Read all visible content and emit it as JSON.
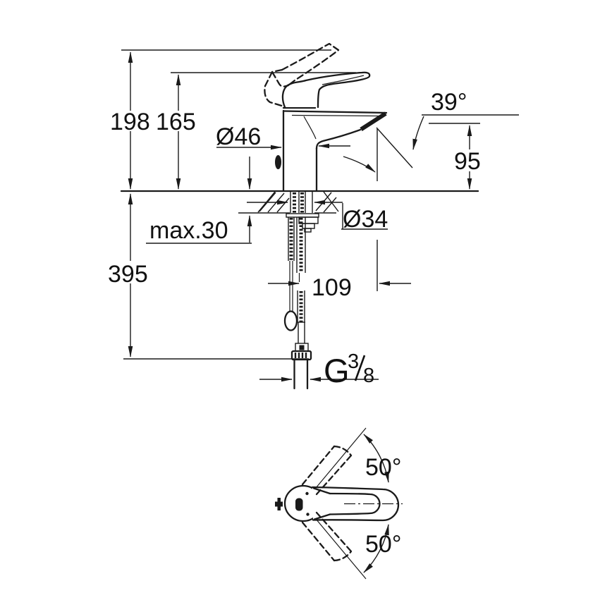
{
  "side_view": {
    "height_total": "198",
    "height_handle": "165",
    "body_diameter": "Ø46",
    "stream_angle": "39°",
    "spout_height": "95",
    "max_deck_thickness": "max.30",
    "hole_diameter": "Ø34",
    "below_deck_length": "395",
    "spout_reach": "109",
    "thread_letter": "G",
    "thread_numerator": "3",
    "thread_denominator": "8"
  },
  "top_view": {
    "swivel_angle_upper": "50°",
    "swivel_angle_lower": "50°"
  },
  "colors": {
    "line": "#1a1a1a",
    "background": "#ffffff"
  }
}
